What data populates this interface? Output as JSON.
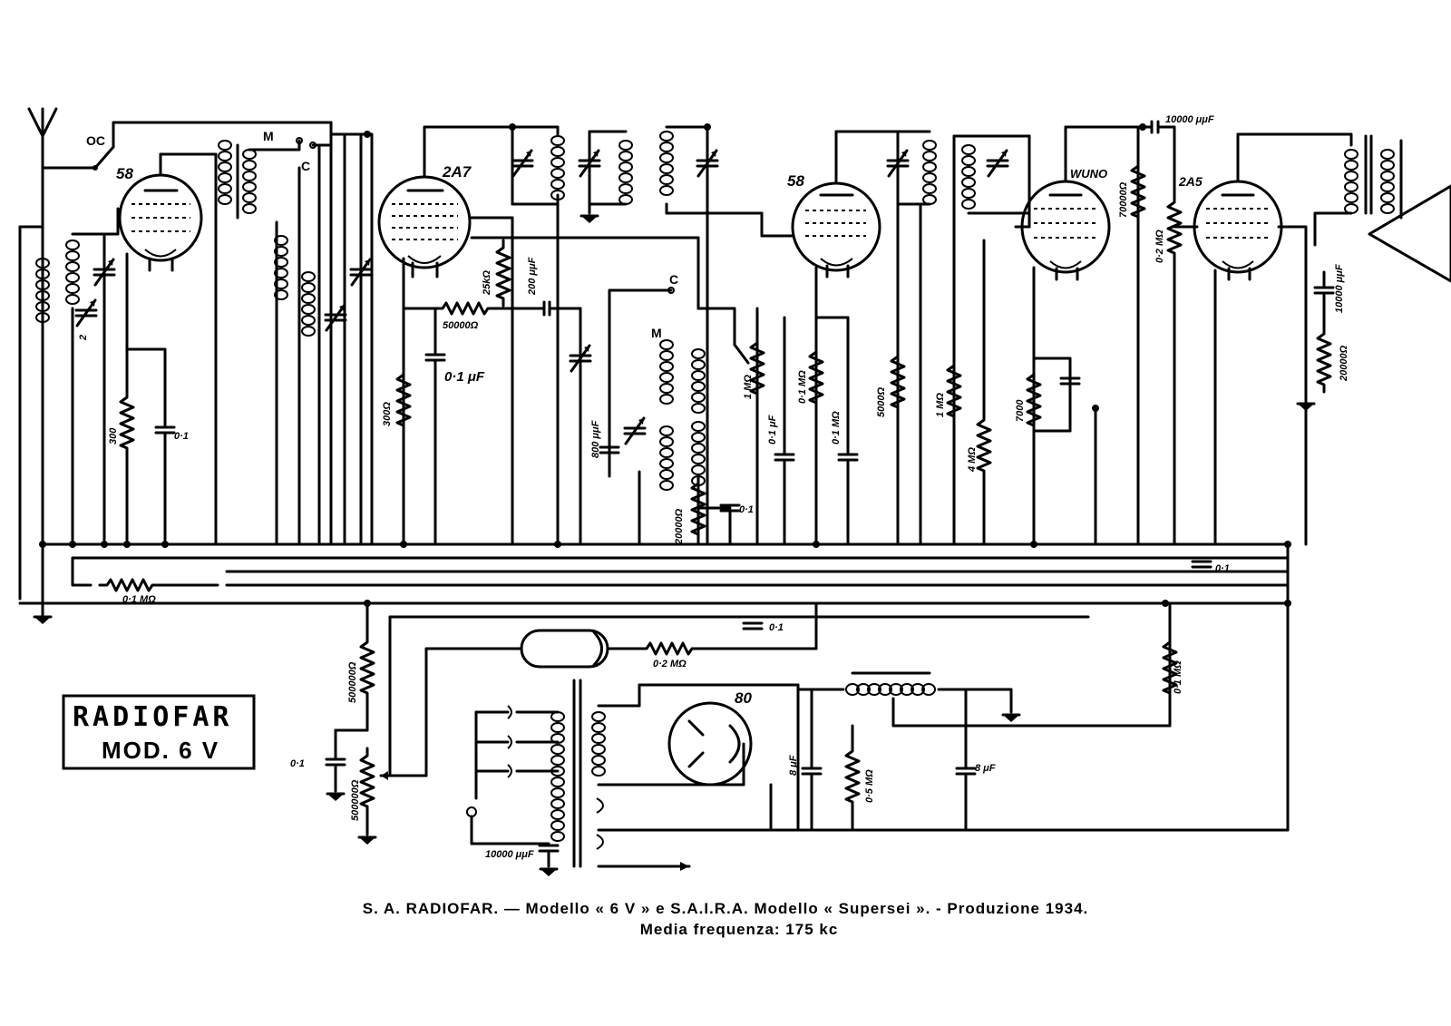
{
  "diagram": {
    "brand_box": {
      "line1": "RADIOFAR",
      "line2": "MOD. 6 V"
    },
    "caption": {
      "line1": "S. A. RADIOFAR. — Modello « 6 V » e S.A.I.R.A. Modello « Supersei ». - Produzione 1934.",
      "line2": "Media frequenza: 175 kc"
    },
    "tubes": {
      "t1": "58",
      "t2": "2A7",
      "t3": "58",
      "t4": "WUNO",
      "t5": "2A5",
      "rect": "80"
    },
    "switch_labels": {
      "oc": "OC",
      "m": "M",
      "c1": "C",
      "c2": "C",
      "m2": "M"
    },
    "values": {
      "r_300": "300",
      "c_01_a": "0·1",
      "r_01m_a": "0·1 MΩ",
      "r_300_b": "300Ω",
      "r_50000": "50000Ω",
      "c_01uf": "0·1 μF",
      "c_200": "200 μμF",
      "r_25k": "25kΩ",
      "c_800": "800 μμF",
      "r_20000": "20000Ω",
      "c_01_b": "0·1",
      "r_1m_a": "1 MΩ",
      "c_01uf_b": "0·1 μF",
      "r_01m_b": "0·1 MΩ",
      "r_01m_c": "0·1 MΩ",
      "r_5000": "5000Ω",
      "r_1m_b": "1 MΩ",
      "r_4m": "4 MΩ",
      "r_7000": "7000",
      "r_70000": "70000Ω",
      "c_10000": "10000 μμF",
      "r_02m": "0·2 MΩ",
      "c_10000_b": "10000 μμF",
      "r_20000_b": "20000Ω",
      "c_01_c": "0·1",
      "c_01_d": "0·1",
      "r_02m_b": "0·2 MΩ",
      "r_500000": "500000Ω",
      "c_01_e": "0·1",
      "r_500000_b": "500000Ω",
      "c_8uf_a": "8 μF",
      "r_05m": "0·5 MΩ",
      "c_8uf_b": "8 μF",
      "r_01m_d": "0·1 MΩ",
      "c_10000_c": "10000 μμF"
    }
  }
}
